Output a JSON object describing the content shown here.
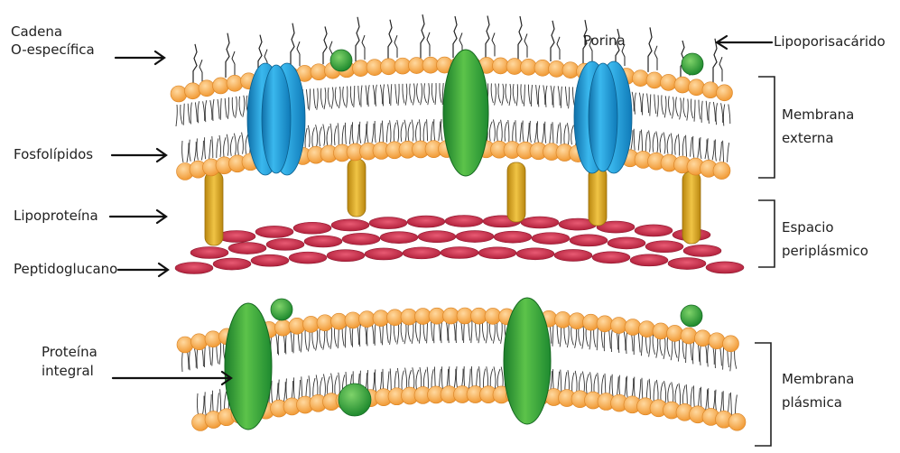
{
  "labels": {
    "cadena": "Cadena",
    "o_especifica": "O-específica",
    "porina": "Porina",
    "lipoporisacarido": "Lipoporisacárido",
    "membrana_externa_1": "Membrana",
    "membrana_externa_2": "externa",
    "fosfolipidos": "Fosfolípidos",
    "lipoproteina": "Lipoproteína",
    "espacio_1": "Espacio",
    "espacio_2": "periplásmico",
    "peptidoglucano": "Peptidoglucano",
    "proteina_1": "Proteína",
    "proteina_2": "integral",
    "membrana_plasmica_1": "Membrana",
    "membrana_plasmica_2": "plásmica"
  },
  "colors": {
    "phospholipid_head": "#f6a845",
    "porin": "#1a9ad6",
    "integral_protein": "#2ea83b",
    "lipoprotein": "#d9a520",
    "peptidoglycan": "#c62a47",
    "lipid_tail": "#333333"
  }
}
